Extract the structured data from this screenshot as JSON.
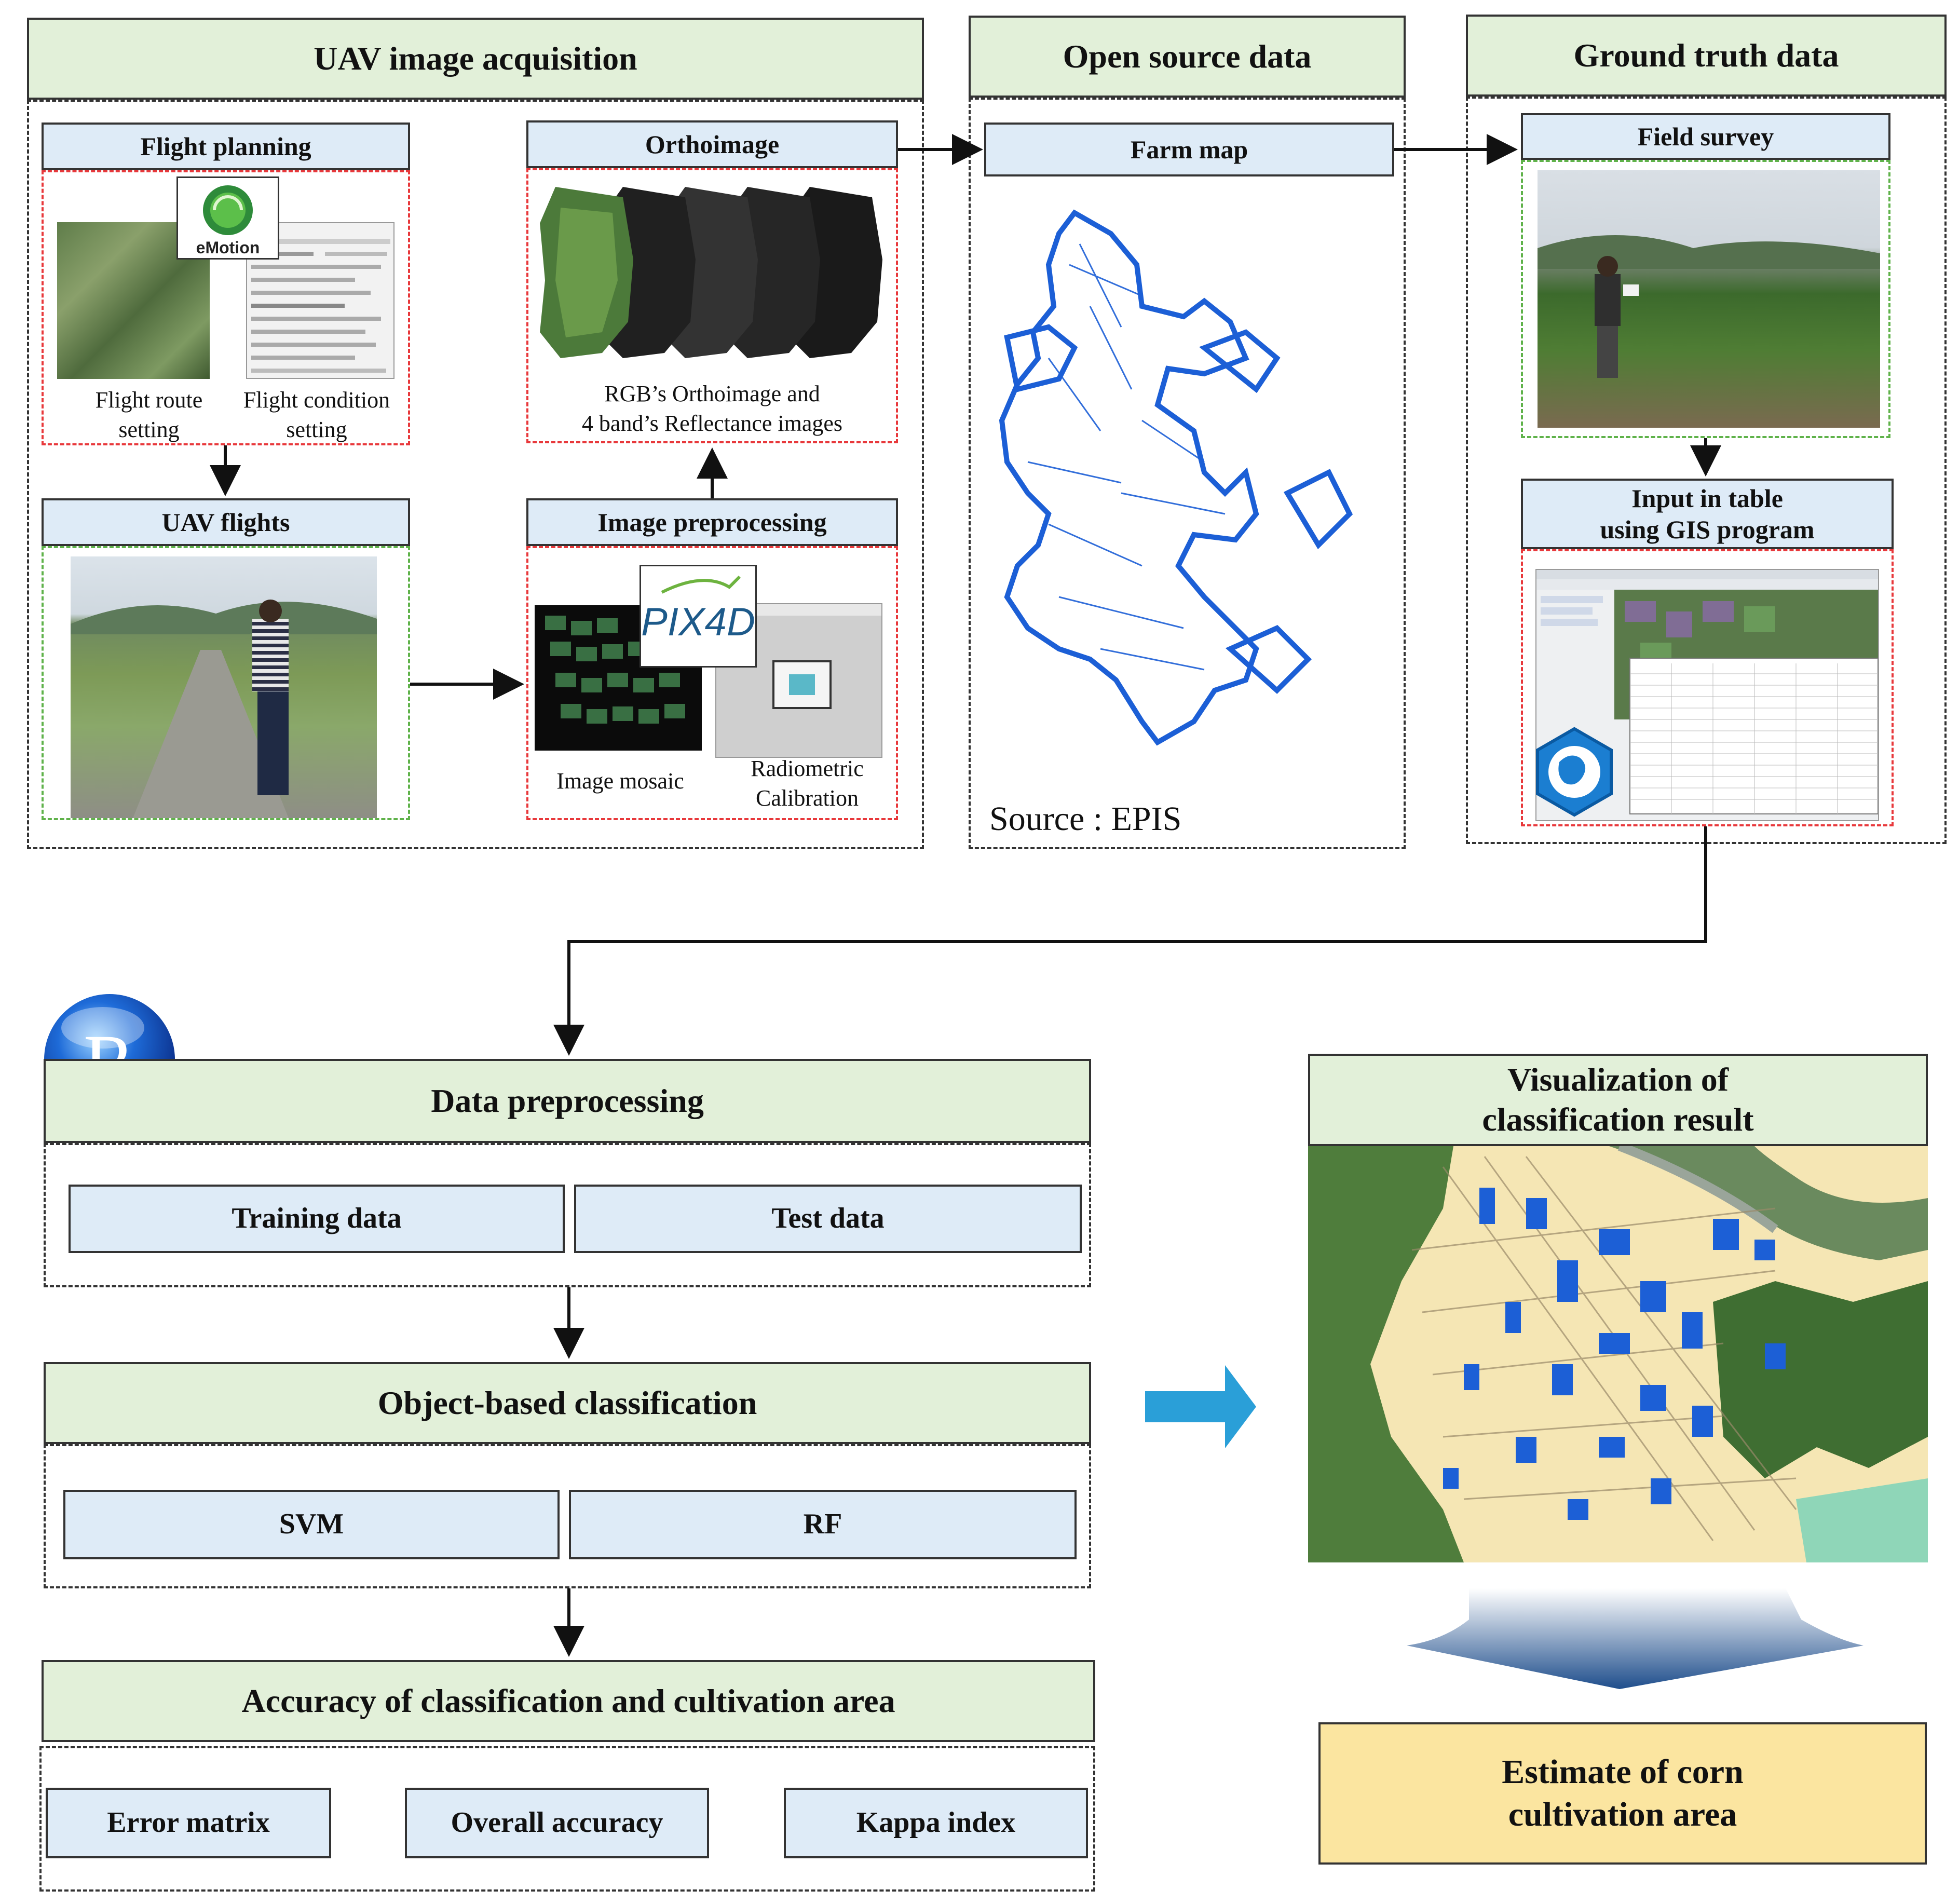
{
  "sections": {
    "uav": "UAV image acquisition",
    "open": "Open source data",
    "ground": "Ground truth data"
  },
  "boxes": {
    "flight_planning": "Flight planning",
    "orthoimage": "Orthoimage",
    "uav_flights": "UAV flights",
    "image_preprocessing": "Image preprocessing",
    "farm_map": "Farm map",
    "field_survey": "Field survey",
    "input_table_l1": "Input in table",
    "input_table_l2": "using GIS program",
    "data_preprocessing": "Data preprocessing",
    "training": "Training data",
    "test": "Test data",
    "obc": "Object-based classification",
    "svm": "SVM",
    "rf": "RF",
    "accuracy": "Accuracy of classification and cultivation area",
    "error_matrix": "Error matrix",
    "overall": "Overall accuracy",
    "kappa": "Kappa index",
    "viz_l1": "Visualization of",
    "viz_l2": "classification result",
    "estimate_l1": "Estimate of corn",
    "estimate_l2": "cultivation area"
  },
  "captions": {
    "route_l1": "Flight route",
    "route_l2": "setting",
    "cond_l1": "Flight condition",
    "cond_l2": "setting",
    "ortho_l1": "RGB’s Orthoimage and",
    "ortho_l2": "4 band’s Reflectance images",
    "mosaic": "Image mosaic",
    "radio_l1": "Radiometric",
    "radio_l2": "Calibration",
    "source": "Source : EPIS"
  },
  "logos": {
    "emotion": "eMotion",
    "pix4d": "PIX4D",
    "r": "R"
  },
  "colors": {
    "green_header": "#e2f0d9",
    "blue_box": "#deebf7",
    "yellow_box": "#fbe5a0",
    "red_dash": "#e8383b",
    "green_dash": "#5fb24a",
    "map_blue": "#1c5fd6",
    "arrow_blue": "#2a9fd8"
  }
}
